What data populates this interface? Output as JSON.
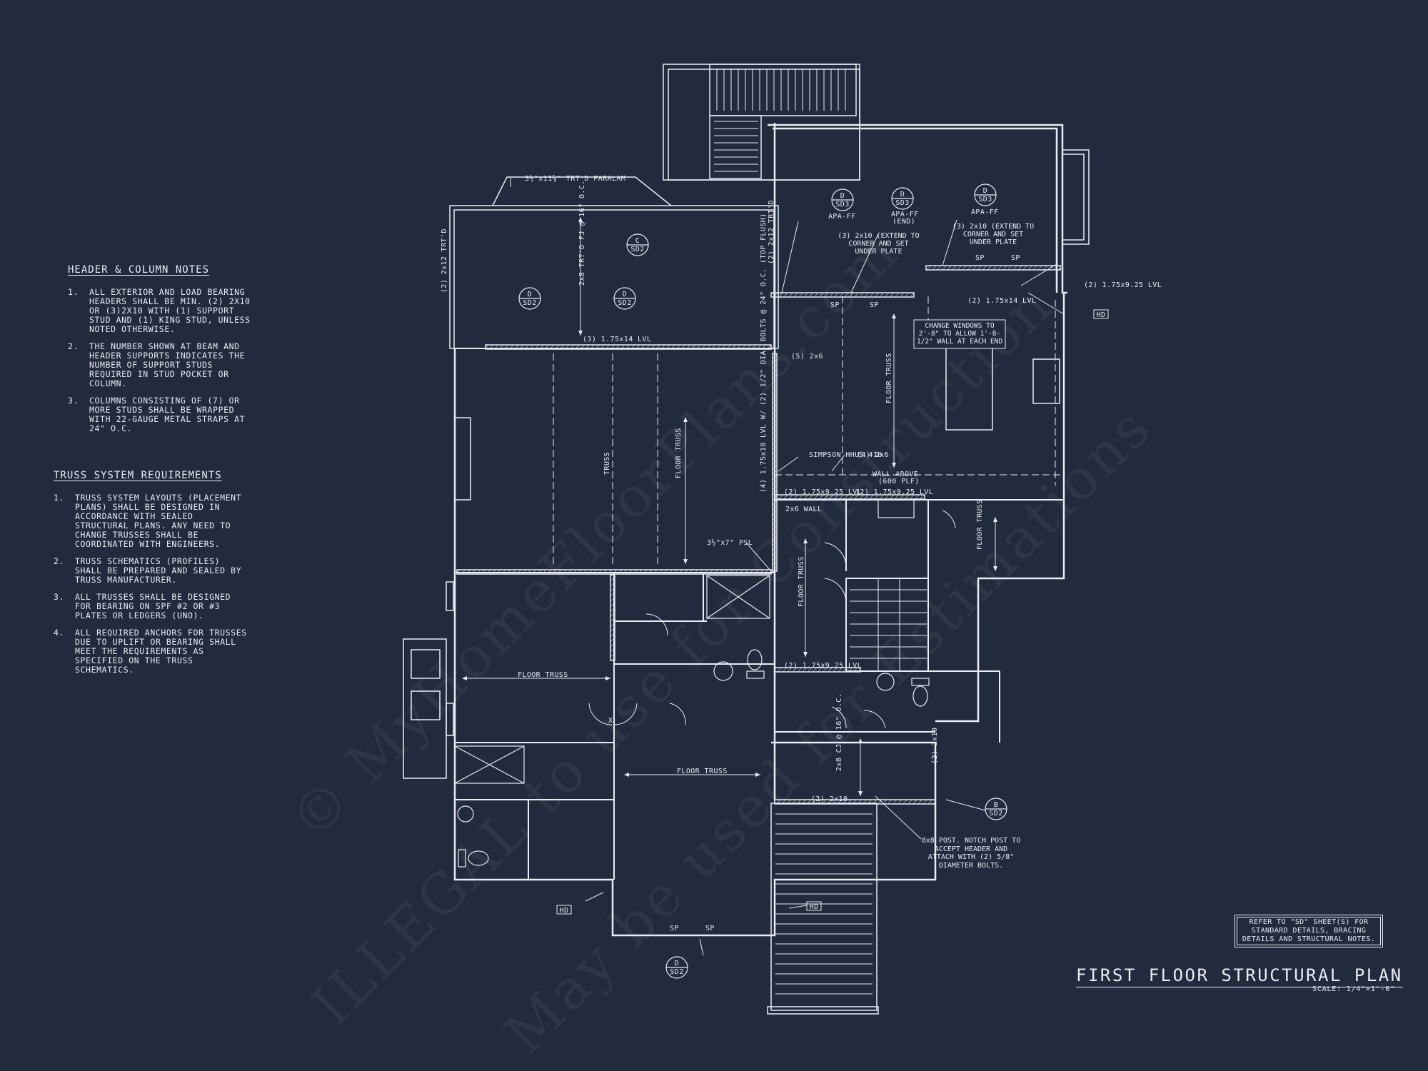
{
  "header_notes": {
    "title": "HEADER & COLUMN NOTES",
    "items": [
      {
        "num": "1.",
        "text": "ALL EXTERIOR AND LOAD BEARING HEADERS SHALL BE MIN. (2) 2x10 OR (3)2x10 WITH (1) SUPPORT STUD AND (1) KING STUD, UNLESS NOTED OTHERWISE."
      },
      {
        "num": "2.",
        "text": "THE NUMBER SHOWN AT BEAM AND HEADER SUPPORTS INDICATES THE NUMBER OF SUPPORT STUDS REQUIRED IN STUD POCKET OR COLUMN."
      },
      {
        "num": "3.",
        "text": "COLUMNS CONSISTING OF (7) OR MORE STUDS SHALL BE WRAPPED WITH 22-GAUGE METAL STRAPS AT 24\" O.C."
      }
    ]
  },
  "truss_notes": {
    "title": "TRUSS SYSTEM REQUIREMENTS",
    "items": [
      {
        "num": "1.",
        "text": "TRUSS SYSTEM LAYOUTS (PLACEMENT PLANS) SHALL BE DESIGNED IN ACCORDANCE WITH SEALED STRUCTURAL PLANS. ANY NEED TO CHANGE TRUSSES SHALL BE COORDINATED WITH ENGINEERS."
      },
      {
        "num": "2.",
        "text": "TRUSS SCHEMATICS (PROFILES) SHALL BE PREPARED AND SEALED BY TRUSS MANUFACTURER."
      },
      {
        "num": "3.",
        "text": "ALL TRUSSES SHALL BE DESIGNED FOR BEARING ON SPF #2 OR #3 PLATES OR LEDGERS (UNO)."
      },
      {
        "num": "4.",
        "text": "ALL REQUIRED ANCHORS FOR TRUSSES DUE TO UPLIFT OR BEARING SHALL MEET THE REQUIREMENTS AS SPECIFIED ON THE TRUSS SCHEMATICS."
      }
    ]
  },
  "refer_note": "REFER TO \"SD\" SHEET(S) FOR STANDARD DETAILS, BRACING DETAILS AND STRUCTURAL NOTES.",
  "plan_title": "FIRST FLOOR STRUCTURAL PLAN",
  "plan_scale": "SCALE: 1/4\"=1'-0\"",
  "watermarks": [
    "© MyHomeFloorPlans.com",
    "ILLEGAL to use for Construction",
    "May be used for Estimations"
  ],
  "callouts": [
    {
      "letter": "C",
      "sheet": "SD2"
    },
    {
      "letter": "D",
      "sheet": "SD2"
    },
    {
      "letter": "D",
      "sheet": "SD2"
    },
    {
      "letter": "D",
      "sheet": "SD3"
    },
    {
      "letter": "D",
      "sheet": "SD3"
    },
    {
      "letter": "D",
      "sheet": "SD3"
    },
    {
      "letter": "B",
      "sheet": "SD2"
    },
    {
      "letter": "D",
      "sheet": "SD2"
    }
  ],
  "labels": {
    "paralam": "3½\"x11⅞\" TRT'D PARALAM",
    "trtd_2x12_left": "(2) 2x12 TRT'D",
    "trtd_2x12_right": "(2) 2x12 TRT'D",
    "fj_2x8": "2x8 TRT'D FJ @ 16\" O.C.",
    "lvl_3_175x14": "(3) 1.75x14 LVL",
    "studs_5_2x6": "(5) 2x6",
    "truss_a": "TRUSS",
    "floor_truss_a": "FLOOR TRUSS",
    "lvl_4_175x18": "(4) 1.75x18 LVL W/ (2) 1/2\" DIA. BOLTS @ 24\" O.C. (TOP FLUSH)",
    "simpson": "SIMPSON HHUS 410",
    "studs_4_2x6": "(4) 2x6",
    "wall_above": "WALL ABOVE",
    "plf": "(600 PLF)",
    "lvl_2_175x925_a": "(2) 1.75x9.25 LVL",
    "lvl_2_175x925_b": "(2) 1.75x9.25 LVL",
    "wall_2x6": "2x6 WALL",
    "psl": "3½\"x7\" PSL",
    "apa_ff_1": "APA-FF",
    "apa_ff_2": "APA-FF",
    "apa_ff_end": "(END)",
    "apa_ff_3": "APA-FF",
    "extend_a": "(3) 2x10 (EXTEND TO CORNER AND SET UNDER PLATE",
    "extend_b": "(3) 2x10 (EXTEND TO CORNER AND SET UNDER PLATE",
    "lvl_2_175x14": "(2) 1.75x14 LVL",
    "lvl_2_175x925_c": "(2) 1.75x9.25 LVL",
    "hd": "HD",
    "change_windows": "CHANGE WINDOWS TO 2'-8\" TO ALLOW 1'-8-1/2\" WALL AT EACH END",
    "floor_truss_b": "FLOOR TRUSS",
    "floor_truss_c": "FLOOR TRUSS",
    "floor_truss_d": "FLOOR TRUSS",
    "floor_truss_e": "FLOOR TRUSS",
    "floor_truss_f": "FLOOR TRUSS",
    "lvl_2_175x925_d": "(2) 1.75x9.25 LVL",
    "joist_2x8": "2x8 CJ @ 16\" O.C.",
    "hdr_2x10": "(2) 2x10",
    "hdr_2x10_v": "(2) 2x10",
    "post_note": "8x8 POST. NOTCH POST TO ACCEPT HEADER AND ATTACH WITH (2) 5/8\" DIAMETER BOLTS.",
    "sp": "SP",
    "x_mark": "X"
  }
}
